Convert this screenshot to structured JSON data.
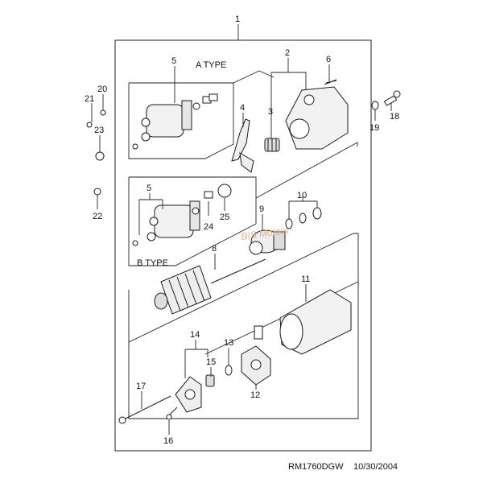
{
  "diagram": {
    "callouts": {
      "p1": "1",
      "p2": "2",
      "p3": "3",
      "p4": "4",
      "p5a": "5",
      "p5b": "5",
      "p6": "6",
      "p8": "8",
      "p9": "9",
      "p10": "10",
      "p11": "11",
      "p12": "12",
      "p13": "13",
      "p14": "14",
      "p15": "15",
      "p16": "16",
      "p17": "17",
      "p18": "18",
      "p19": "19",
      "p20": "20",
      "p21": "21",
      "p22": "22",
      "p23": "23",
      "p24": "24",
      "p25": "25"
    },
    "type_a_label": "A TYPE",
    "type_b_label": "B TYPE",
    "watermark": "BIS Motors",
    "footer_code": "RM1760DGW",
    "footer_date": "10/30/2004"
  }
}
